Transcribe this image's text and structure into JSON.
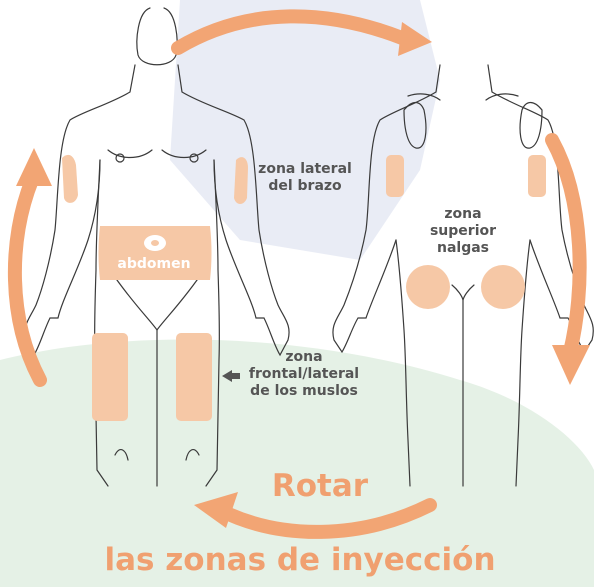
{
  "colors": {
    "accent": "#f2a574",
    "zone_fill": "#f6c8a6",
    "body_outline": "#3a3a3a",
    "label_text": "#555555",
    "heading_text": "#f0a070",
    "background_blue": "#e3e7f2",
    "background_green": "#dfeee0"
  },
  "labels": {
    "arm": [
      "zona lateral",
      "del brazo"
    ],
    "buttocks": [
      "zona",
      "superior",
      "nalgas"
    ],
    "abdomen": "abdomen",
    "thighs": [
      "zona",
      "frontal/lateral",
      "de los muslos"
    ]
  },
  "heading": {
    "rotate": "Rotar",
    "subtitle": "las zonas de inyección"
  }
}
